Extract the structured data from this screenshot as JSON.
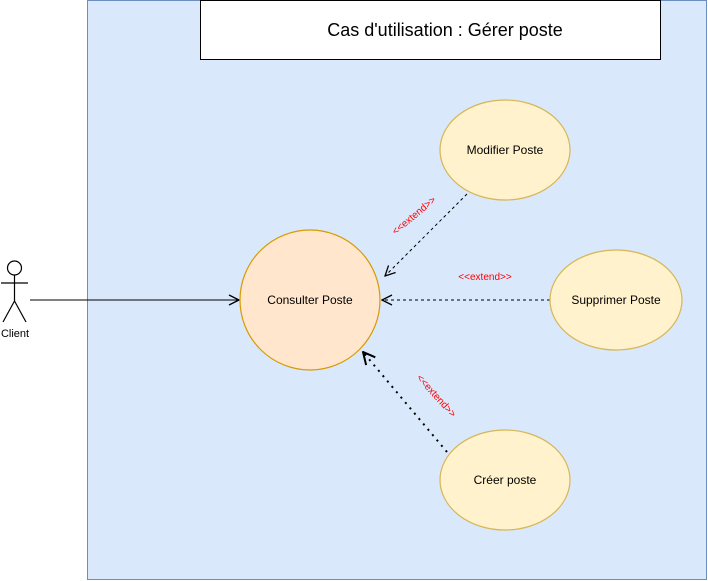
{
  "diagram": {
    "title": "Cas d'utilisation : Gérer poste",
    "actor": {
      "label": "Client"
    },
    "use_cases": {
      "consulter": "Consulter Poste",
      "modifier": "Modifier Poste",
      "supprimer": "Supprimer Poste",
      "creer": "Créer poste"
    },
    "relations": {
      "modifier_extend": "<<extend>>",
      "supprimer_extend": "<<extend>>",
      "creer_extend": "<<extend>>"
    }
  },
  "colors": {
    "system_fill": "#dae8fc",
    "system_stroke": "#6c8ebf",
    "main_usecase_fill": "#ffe6cc",
    "main_usecase_stroke": "#d79b00",
    "usecase_fill": "#fff2cc",
    "usecase_stroke": "#d6b656",
    "extend_label": "#ff0000"
  }
}
